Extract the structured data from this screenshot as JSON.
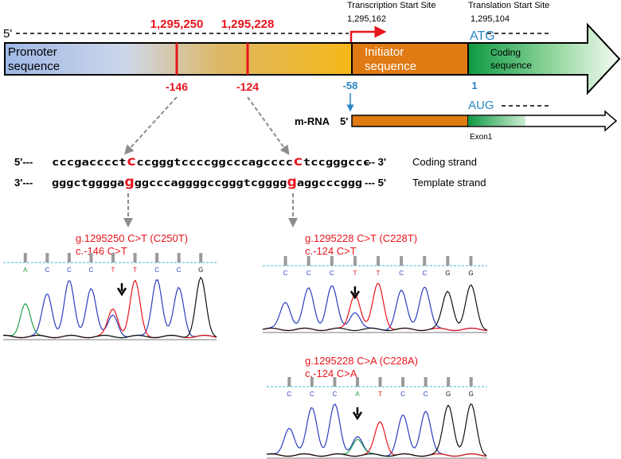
{
  "colors": {
    "red": "#e8141c",
    "blue": "#2a86c4",
    "orange": "#e07a12",
    "green": "#1ea34a",
    "dash": "#3fb5d8",
    "grey": "#8c8c8c"
  },
  "top": {
    "five_prime": "5'",
    "pos1": "1,295,250",
    "pos2": "1,295,228",
    "tss_label": "Transcription Start Site",
    "tss_pos": "1,295,162",
    "tls_label": "Translation Start Site",
    "tls_pos": "1,295,104",
    "atg": "ATG",
    "promoter": "Promoter\nsequence",
    "initiator": "Initiator\nsequence",
    "coding": "Coding\nsequence",
    "rel1": "-146",
    "rel2": "-124",
    "rel3": "-58",
    "rel4": "1",
    "aug": "AUG",
    "mrna": "m-RNA",
    "mrna5": "5'",
    "exon": "Exon1"
  },
  "strands": {
    "coding_left": "5'---",
    "coding_a": "cccgacccct",
    "coding_m1": "c",
    "coding_b": "ccgggtccccggcccagcccc",
    "coding_m2": "c",
    "coding_c": "tccgggccc",
    "coding_right": "--- 3'",
    "coding_label": "Coding strand",
    "template_left": "3'---",
    "template_a": "gggctgggga",
    "template_m1": "g",
    "template_b": "ggcccaggggccgggtcgggg",
    "template_m2": "g",
    "template_c": "aggcccggg",
    "template_right": "--- 5'",
    "template_label": "Template strand"
  },
  "chromatograms": [
    {
      "title1": "g.1295250 C>T (C250T)",
      "title2": "c.-146 C>T",
      "bases": [
        "A",
        "C",
        "C",
        "C",
        "T",
        "T",
        "C",
        "C",
        "G"
      ]
    },
    {
      "title1": "g.1295228 C>T (C228T)",
      "title2": "c.-124 C>T",
      "bases": [
        "C",
        "C",
        "C",
        "T",
        "T",
        "C",
        "C",
        "G",
        "G"
      ]
    },
    {
      "title1": "g.1295228 C>A (C228A)",
      "title2": "c.-124 C>A",
      "bases": [
        "C",
        "C",
        "C",
        "A",
        "T",
        "C",
        "C",
        "G",
        "G"
      ]
    }
  ]
}
